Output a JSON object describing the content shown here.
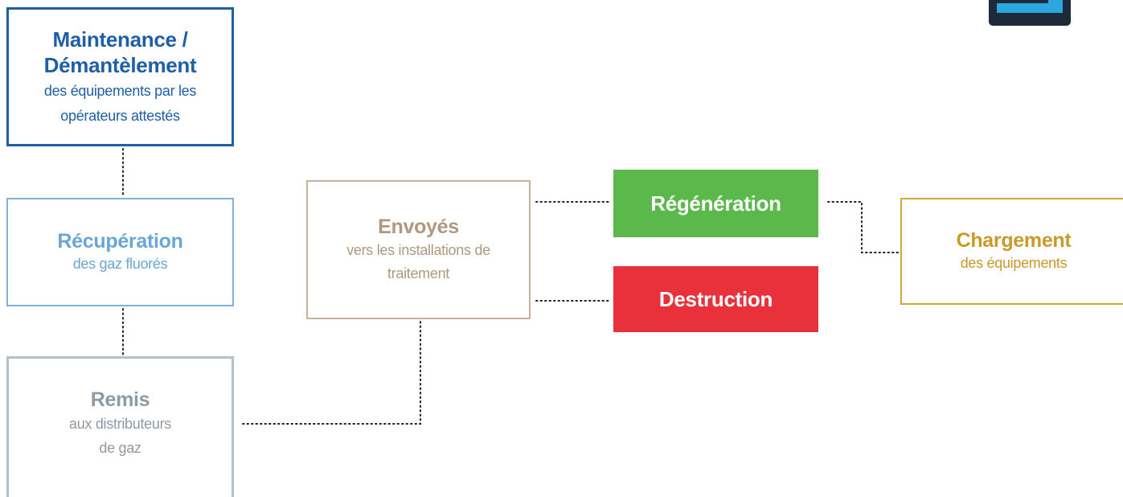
{
  "nodes": {
    "maintenance": {
      "title_line1": "Maintenance /",
      "title_line2": "Démantèlement",
      "sub_line1": "des équipements  par les",
      "sub_line2": "opérateurs attestés",
      "color": "#1e5fa8"
    },
    "recuperation": {
      "title": "Récupération",
      "sub": "des gaz fluorés",
      "color": "#6aa6d6"
    },
    "remis": {
      "title": "Remis",
      "sub_line1": "aux distributeurs",
      "sub_line2": "de gaz",
      "color": "#8f9aa4"
    },
    "envoyes": {
      "title": "Envoyés",
      "sub_line1": "vers les installations de",
      "sub_line2": "traitement",
      "color": "#b09880"
    },
    "regeneration": {
      "title": "Régénération",
      "color": "#5bb94b"
    },
    "destruction": {
      "title": "Destruction",
      "color": "#e8313b"
    },
    "chargement": {
      "title": "Chargement",
      "sub": "des équipements",
      "color": "#c99a2a"
    }
  },
  "icons": {
    "logo": "brand-logo-icon"
  }
}
